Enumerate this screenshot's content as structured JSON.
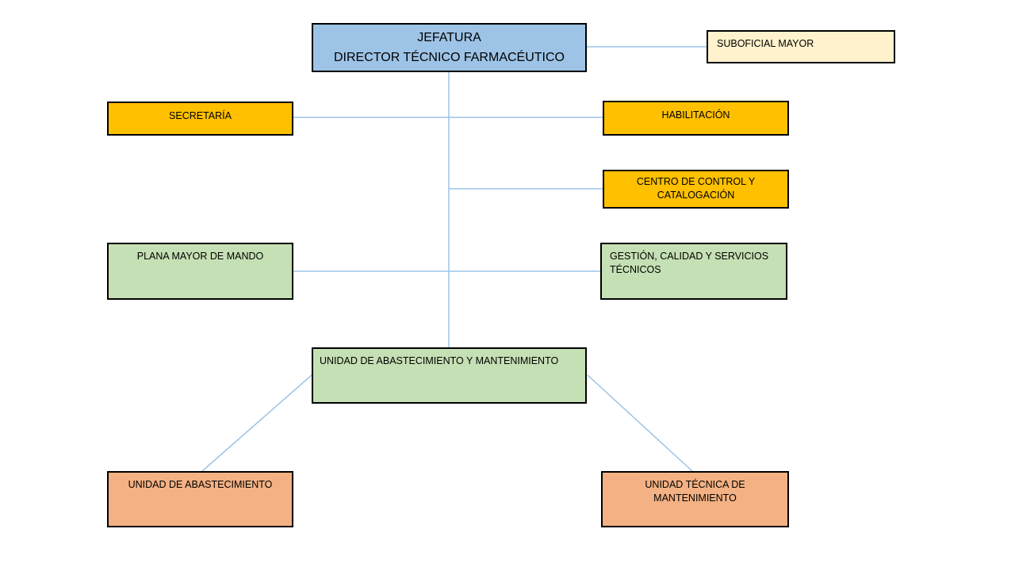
{
  "nodes": {
    "jefatura": {
      "line1": "JEFATURA",
      "line2": "DIRECTOR TÉCNICO FARMACÉUTICO",
      "fill": "#9DC3E6"
    },
    "suboficial_mayor": {
      "label": "SUBOFICIAL MAYOR",
      "fill": "#FFF2CC"
    },
    "secretaria": {
      "label": "SECRETARÍA",
      "fill": "#FFC000"
    },
    "habilitacion": {
      "label": "HABILITACIÓN",
      "fill": "#FFC000"
    },
    "centro_control": {
      "label": "CENTRO DE CONTROL Y CATALOGACIÓN",
      "fill": "#FFC000"
    },
    "plana_mayor": {
      "label": "PLANA MAYOR DE MANDO",
      "fill": "#C5E0B4"
    },
    "gestion_calidad": {
      "label": "GESTIÓN, CALIDAD Y SERVICIOS TÉCNICOS",
      "fill": "#C5E0B4"
    },
    "unidad_abastecimiento_mantenimiento": {
      "label": "UNIDAD DE ABASTECIMIENTO Y MANTENIMIENTO",
      "fill": "#C5E0B4"
    },
    "unidad_abastecimiento": {
      "label": "UNIDAD DE ABASTECIMIENTO",
      "fill": "#F4B183"
    },
    "unidad_tecnica_mantenimiento": {
      "label": "UNIDAD TÉCNICA DE MANTENIMIENTO",
      "fill": "#F4B183"
    }
  },
  "connectors": [
    {
      "from": "jefatura",
      "to": "suboficial_mayor"
    },
    {
      "from": "jefatura",
      "to": "unidad_abastecimiento_mantenimiento"
    },
    {
      "from": "secretaria",
      "to": "habilitacion"
    },
    {
      "from": "jefatura",
      "to": "centro_control"
    },
    {
      "from": "plana_mayor",
      "to": "gestion_calidad"
    },
    {
      "from": "unidad_abastecimiento_mantenimiento",
      "to": "unidad_abastecimiento"
    },
    {
      "from": "unidad_abastecimiento_mantenimiento",
      "to": "unidad_tecnica_mantenimiento"
    }
  ],
  "colors": {
    "connector": "#9DC3E6",
    "node_border": "#000000",
    "background": "#FFFFFF",
    "text": "#000000"
  }
}
